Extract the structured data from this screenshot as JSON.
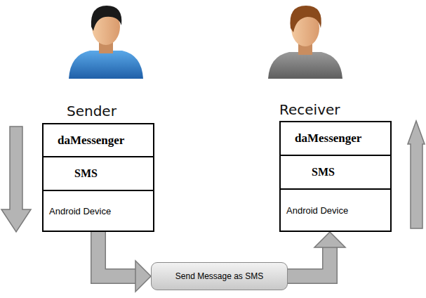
{
  "diagram": {
    "nodes": [
      {
        "text": [
          "daMessenger"
        ]
      },
      {
        "text": [
          "SMS"
        ]
      },
      {
        "text": [
          "Android Device"
        ]
      },
      {
        "text": [
          "daMessenger"
        ]
      },
      {
        "text": [
          "SMS"
        ]
      },
      {
        "text": [
          "Android Device"
        ]
      },
      {
        "text": [
          "Send Message as SMS"
        ]
      }
    ],
    "edges": [
      {
        "from": 2,
        "to": 6,
        "arrow": "to"
      },
      {
        "from": 6,
        "to": 5,
        "arrow": "to"
      }
    ],
    "labels": [
      "Sender",
      "Receiver"
    ]
  }
}
